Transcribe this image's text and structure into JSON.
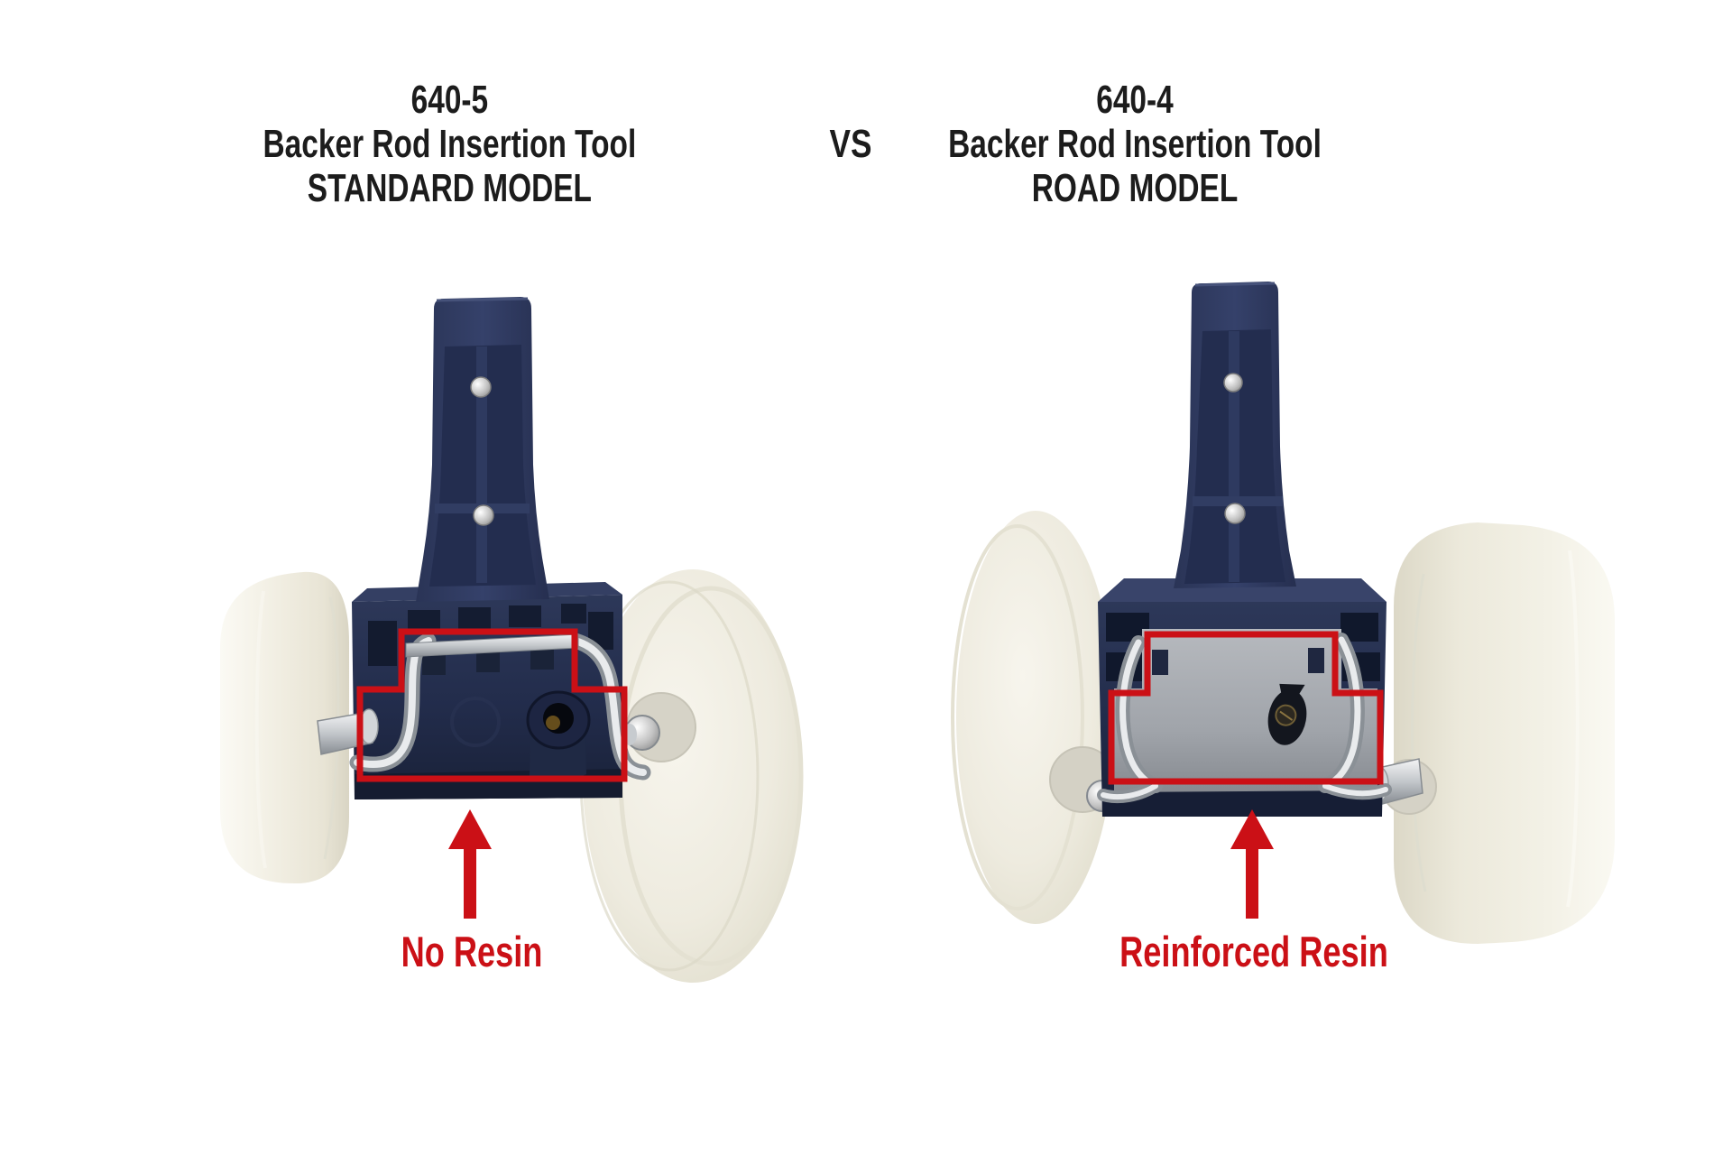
{
  "colors": {
    "accent_red": "#cb1016",
    "title_text": "#1c1c1c",
    "background": "#ffffff",
    "tool_navy": "#2b3656",
    "wheel_cream": "#f1eee4",
    "resin_grey": "#9ba0a6"
  },
  "header": {
    "vs_label": "VS",
    "left_title": {
      "model_number": "640-5",
      "product_name": "Backer Rod Insertion Tool",
      "variant": "STANDARD MODEL"
    },
    "right_title": {
      "model_number": "640-4",
      "product_name": "Backer Rod Insertion Tool",
      "variant": "ROAD MODEL"
    }
  },
  "annotations": {
    "left_callout": "No Resin",
    "right_callout": "Reinforced Resin"
  },
  "icons": {
    "left_arrow": "up-arrow",
    "right_arrow": "up-arrow"
  }
}
